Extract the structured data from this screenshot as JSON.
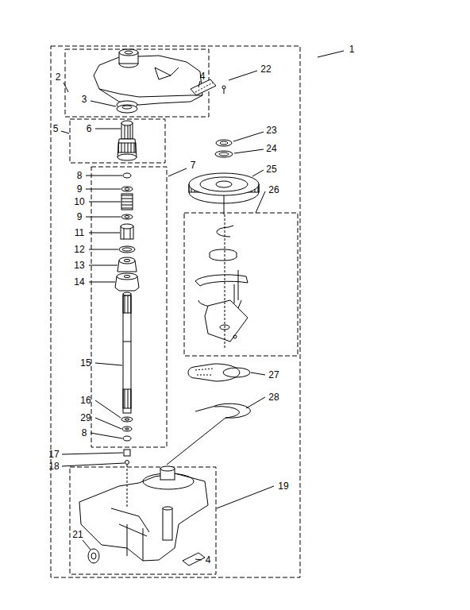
{
  "diagram": {
    "labels": [
      "1",
      "22",
      "2",
      "4",
      "3",
      "23",
      "5",
      "6",
      "24",
      "7",
      "25",
      "8",
      "9",
      "26",
      "10",
      "9",
      "11",
      "12",
      "13",
      "14",
      "15",
      "27",
      "16",
      "28",
      "29",
      "8",
      "17",
      "18",
      "19",
      "21",
      "4"
    ]
  }
}
